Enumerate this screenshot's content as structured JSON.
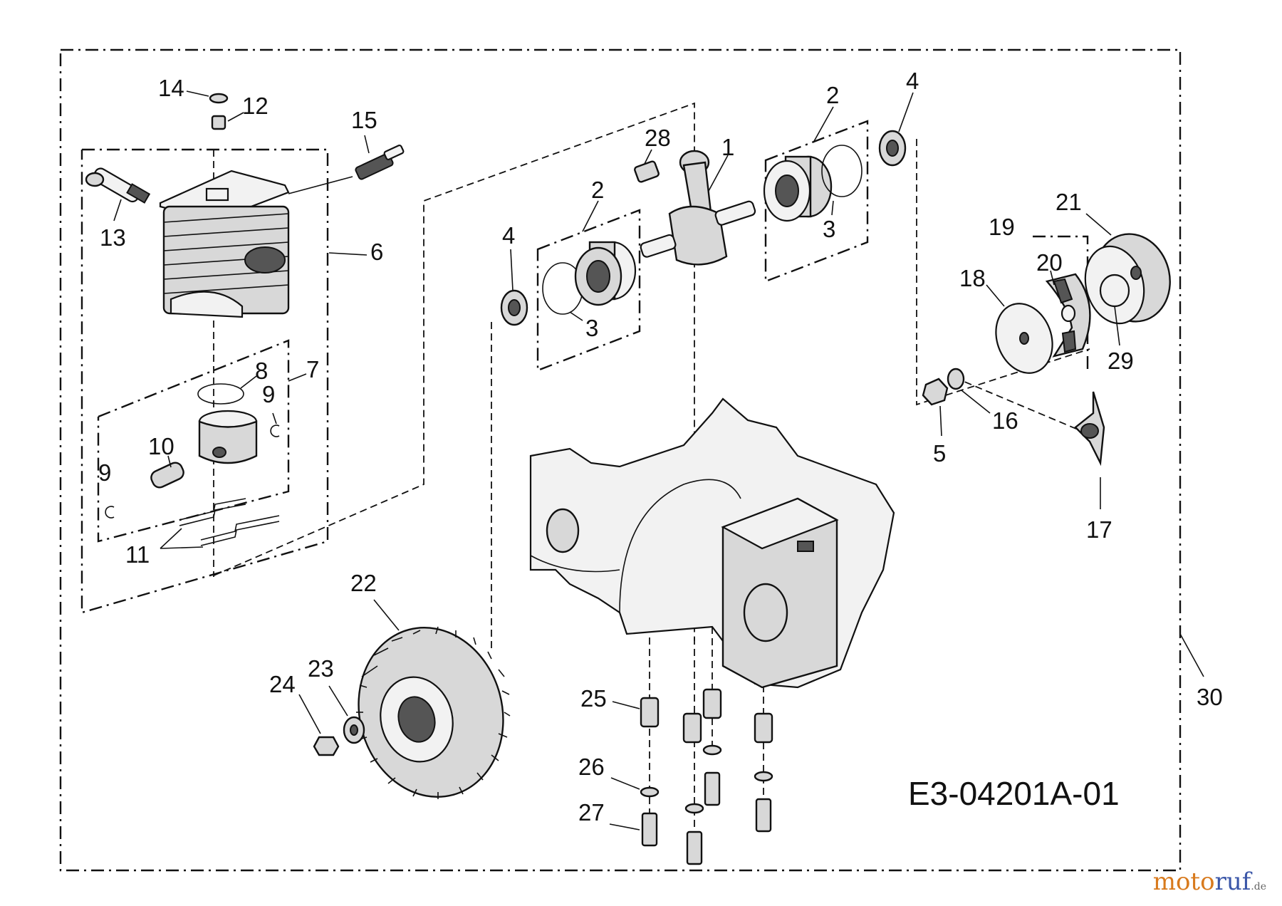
{
  "diagram": {
    "drawing_code": "E3-04201A-01",
    "part_labels": [
      "1",
      "2",
      "2",
      "3",
      "3",
      "4",
      "4",
      "5",
      "6",
      "7",
      "8",
      "9",
      "9",
      "10",
      "11",
      "12",
      "13",
      "14",
      "15",
      "16",
      "17",
      "18",
      "19",
      "20",
      "21",
      "22",
      "23",
      "24",
      "25",
      "26",
      "27",
      "28",
      "29",
      "30"
    ]
  },
  "watermark": {
    "part1": "moto",
    "part2": "ruf",
    "suffix": ".de"
  }
}
